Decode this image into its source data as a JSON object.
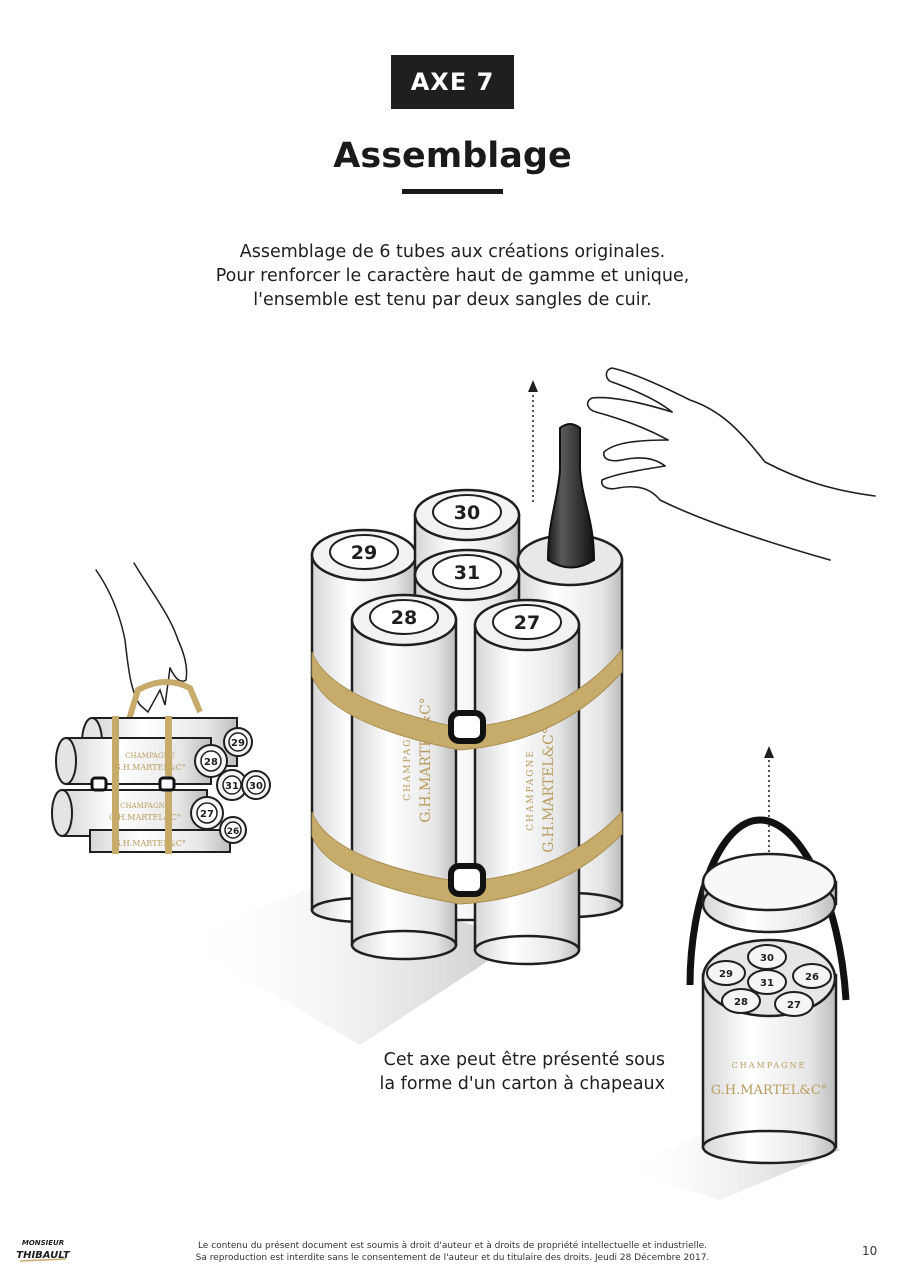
{
  "header": {
    "badge": "AXE 7",
    "title": "Assemblage"
  },
  "intro": {
    "line1": "Assemblage de 6 tubes aux créations originales.",
    "line2": "Pour renforcer le caractère haut de gamme et unique,",
    "line3": "l'ensemble est tenu par deux sangles de cuir."
  },
  "caption": {
    "line1": "Cet axe peut être présenté sous",
    "line2": "la forme d'un carton à chapeaux"
  },
  "tubes": {
    "large": [
      "27",
      "28",
      "29",
      "30",
      "31"
    ],
    "small": [
      "29",
      "28",
      "31",
      "30",
      "27",
      "26"
    ],
    "box": [
      "30",
      "29",
      "31",
      "26",
      "28",
      "27"
    ]
  },
  "brand": {
    "line1": "CHAMPAGNE",
    "line2": "G.H.MARTEL&C°"
  },
  "logo": {
    "line1": "MONSIEUR",
    "line2": "THIBAULT"
  },
  "footer": {
    "line1": "Le contenu du présent document est soumis à droit d'auteur et à droits de propriété intellectuelle et industrielle.",
    "line2": "Sa reproduction est interdite sans le consentement de l'auteur et du titulaire des droits. Jeudi 28 Décembre 2017.",
    "page": "10"
  },
  "colors": {
    "strap": "#c6ab6b",
    "dark": "#1f1f1f",
    "bottle": "#2a2a2a",
    "gold_text": "#b79c5e"
  }
}
